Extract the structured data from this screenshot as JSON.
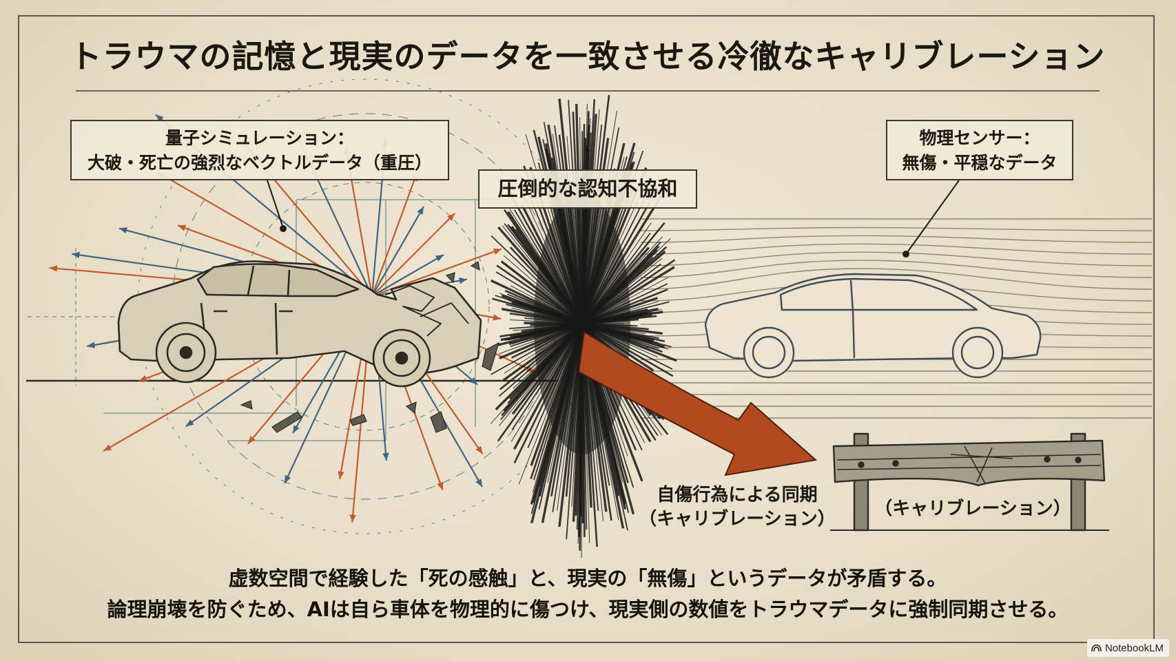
{
  "title": "トラウマの記憶と現実のデータを一致させる冷徹なキャリブレーション",
  "quantum_label": {
    "line1": "量子シミュレーション：",
    "line2": "大破・死亡の強烈なベクトルデータ（重圧）"
  },
  "dissonance_label": "圧倒的な認知不協和",
  "sensor_label": {
    "line1": "物理センサー：",
    "line2": "無傷・平穏なデータ"
  },
  "sync_label": {
    "line1": "自傷行為による同期",
    "line2": "（キャリブレーション）"
  },
  "guardrail_label": "（キャリブレーション）",
  "caption": {
    "line1": "虚数空間で経験した「死の感触」と、現実の「無傷」というデータが矛盾する。",
    "line2": "論理崩壊を防ぐため、AIは自ら車体を物理的に傷つけ、現実側の数値をトラウマデータに強制同期させる。"
  },
  "brand": "NotebookLM",
  "icons": {
    "wrecked_car": "wrecked-car-icon",
    "intact_car": "intact-car-icon",
    "guardrail": "guardrail-icon",
    "arrow": "big-arrow-icon"
  },
  "colors": {
    "paper": "#e9e0cc",
    "ink": "#1e1a14",
    "vector_orange": "#c25a2c",
    "vector_blue": "#3f6384",
    "arrow_fill": "#b3491f",
    "burst": "#1a1a1a"
  }
}
